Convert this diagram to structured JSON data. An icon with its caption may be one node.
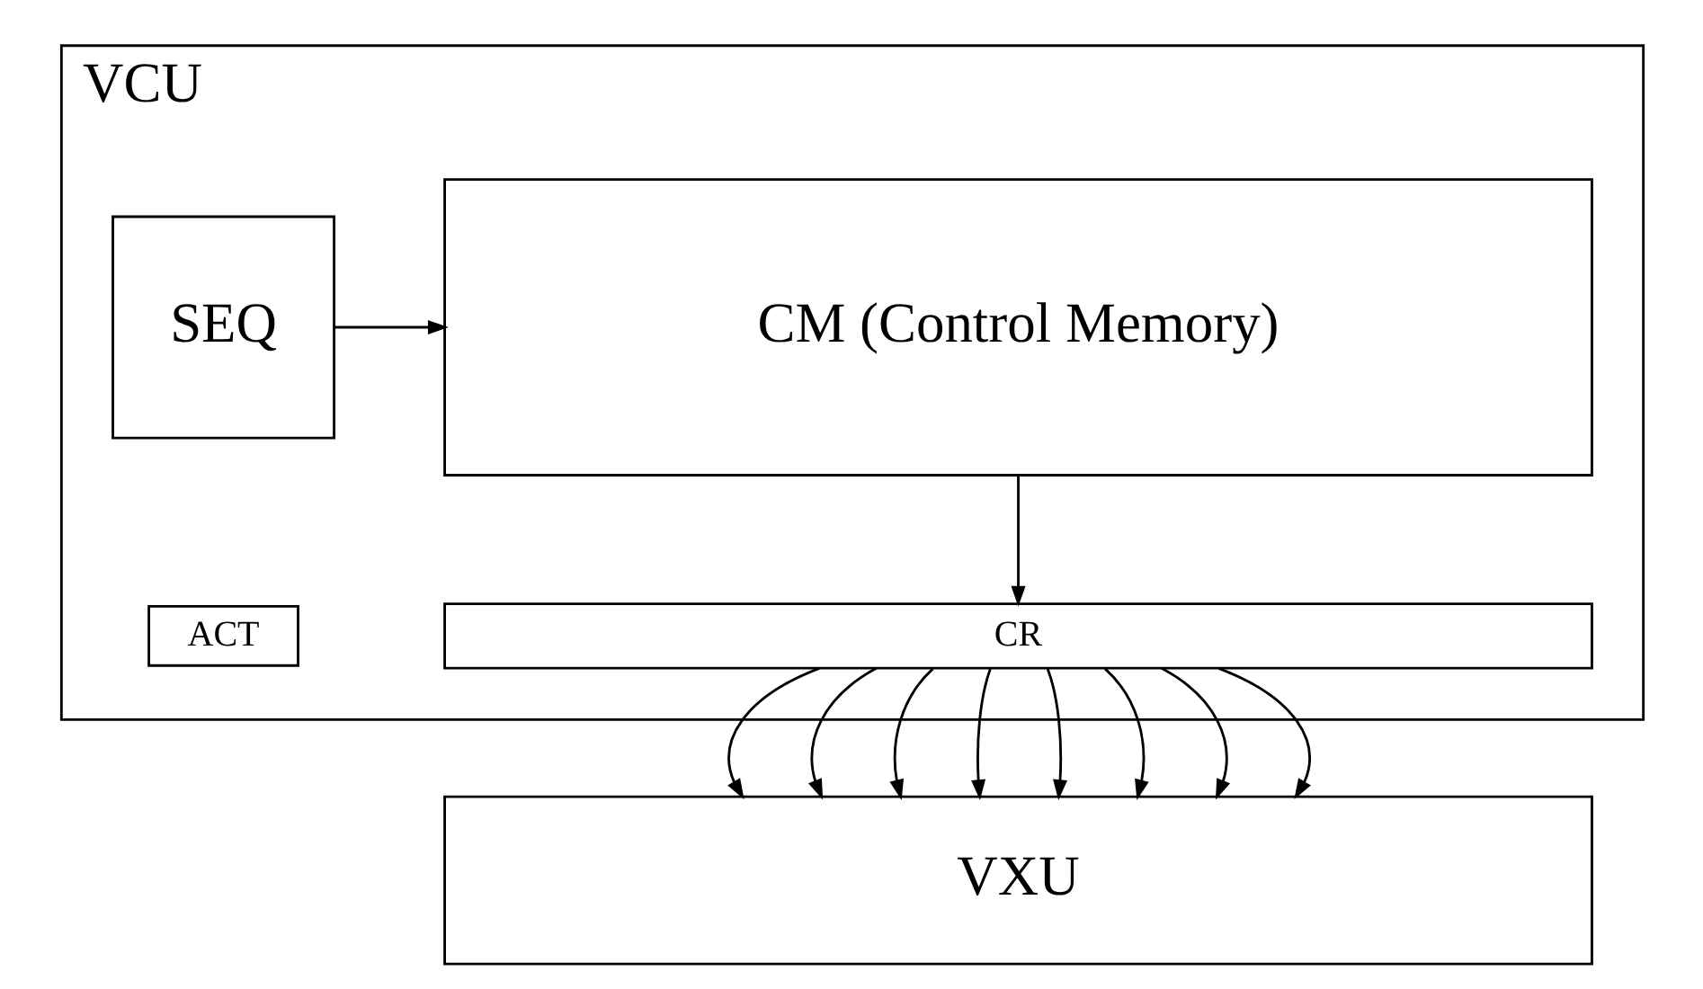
{
  "diagram": {
    "nodes": [
      {
        "text": [
          "VCU"
        ]
      },
      {
        "text": [
          "SEQ"
        ],
        "in": 0
      },
      {
        "text": [
          "CM (Control Memory)"
        ],
        "in": 0
      },
      {
        "text": [
          "ACT"
        ],
        "in": 0
      },
      {
        "text": [
          "CR"
        ],
        "in": 0
      },
      {
        "text": [
          "VXU"
        ]
      }
    ],
    "edges": [
      {
        "from": 1,
        "to": 2,
        "arrow": "to"
      },
      {
        "from": 2,
        "to": 4,
        "arrow": "to"
      },
      {
        "from": 4,
        "to": 5,
        "arrow": "to"
      },
      {
        "from": 4,
        "to": 5,
        "arrow": "to"
      },
      {
        "from": 4,
        "to": 5,
        "arrow": "to"
      },
      {
        "from": 4,
        "to": 5,
        "arrow": "to"
      },
      {
        "from": 4,
        "to": 5,
        "arrow": "to"
      },
      {
        "from": 4,
        "to": 5,
        "arrow": "to"
      },
      {
        "from": 4,
        "to": 5,
        "arrow": "to"
      },
      {
        "from": 4,
        "to": 5,
        "arrow": "to"
      }
    ]
  }
}
